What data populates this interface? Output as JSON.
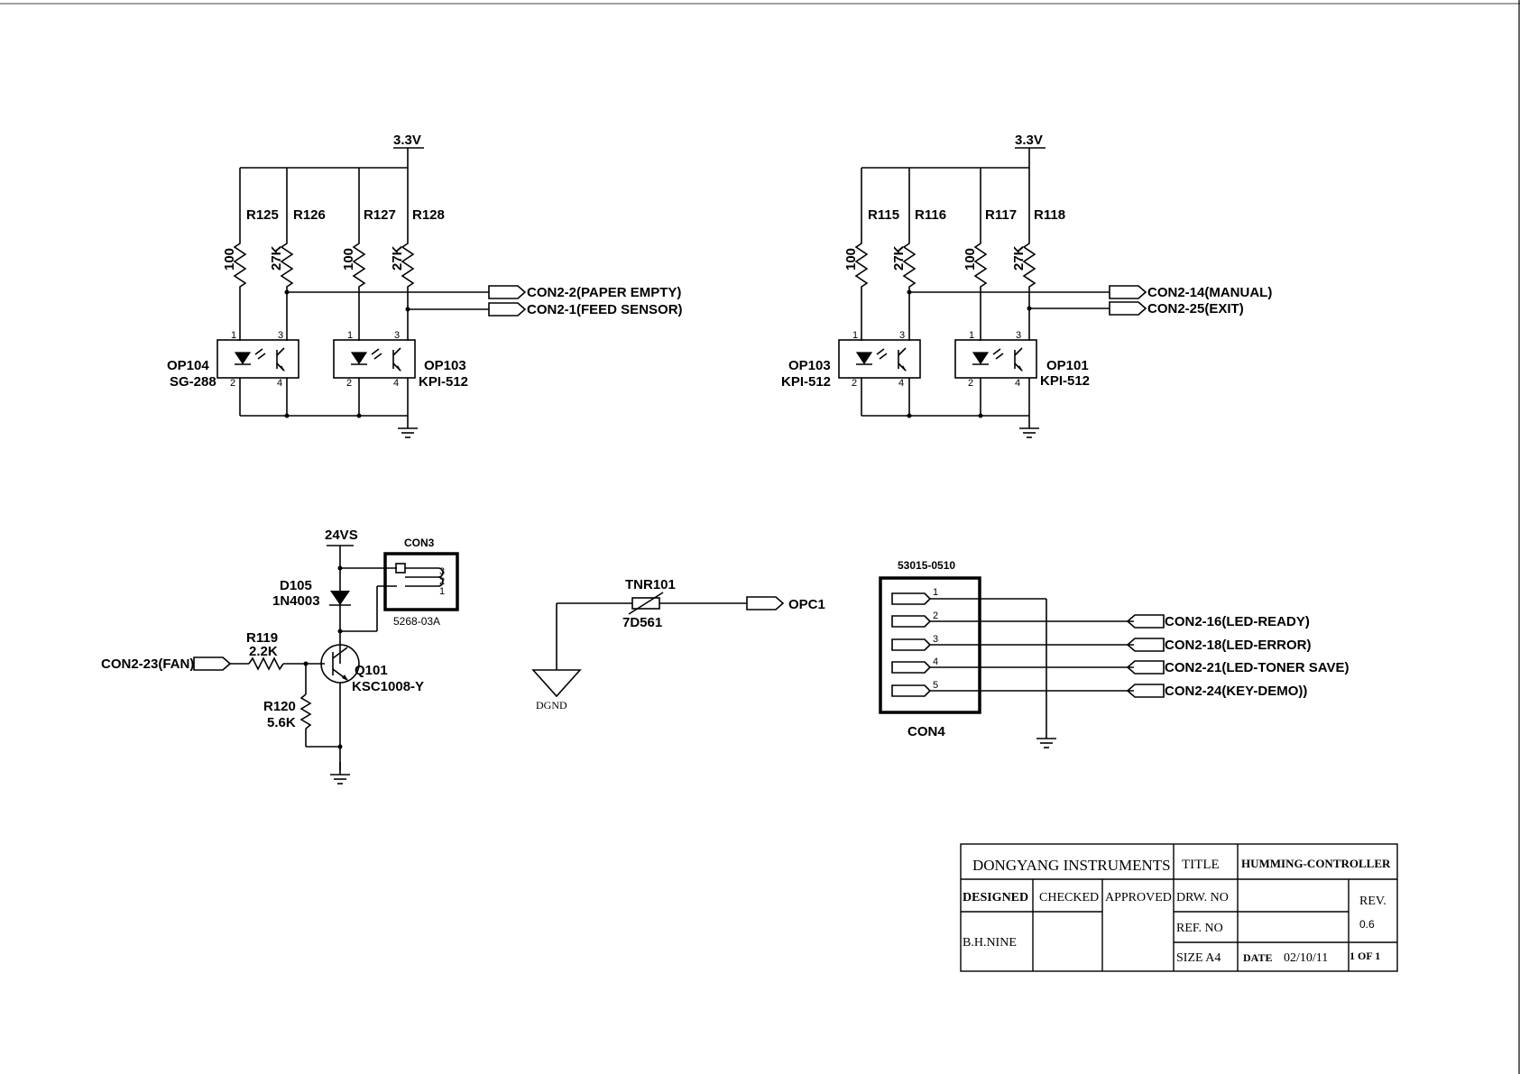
{
  "power": {
    "vcc_left": "3.3V",
    "vcc_right": "3.3V",
    "vs24": "24VS"
  },
  "sensors_left": {
    "r125": "R125",
    "r126": "R126",
    "r127": "R127",
    "r128": "R128",
    "v125": "100",
    "v126": "27K",
    "v127": "100",
    "v128": "27K",
    "op104": "OP104",
    "op104_part": "SG-288",
    "op103": "OP103",
    "op103_part": "KPI-512",
    "net_a": "CON2-2(PAPER EMPTY)",
    "net_b": "CON2-1(FEED SENSOR)"
  },
  "sensors_right": {
    "r115": "R115",
    "r116": "R116",
    "r117": "R117",
    "r118": "R118",
    "v115": "100",
    "v116": "27K",
    "v117": "100",
    "v118": "27K",
    "op103": "OP103",
    "op103_part": "KPI-512",
    "op101": "OP101",
    "op101_part": "KPI-512",
    "net_a": "CON2-14(MANUAL)",
    "net_b": "CON2-25(EXIT)"
  },
  "pins": {
    "p1": "1",
    "p2": "2",
    "p3": "3",
    "p4": "4",
    "p5": "5"
  },
  "fan": {
    "d105": "D105",
    "d105_part": "1N4003",
    "con3": "CON3",
    "con3_part": "5268-03A",
    "r119": "R119",
    "r119_val": "2.2K",
    "r120": "R120",
    "r120_val": "5.6K",
    "q101": "Q101",
    "q101_part": "KSC1008-Y",
    "fan_net": "CON2-23(FAN)"
  },
  "tnr": {
    "name": "TNR101",
    "part": "7D561",
    "net": "OPC1",
    "gnd": "DGND"
  },
  "con4": {
    "name": "CON4",
    "part": "53015-0510",
    "nets": [
      "CON2-16(LED-READY)",
      "CON2-18(LED-ERROR)",
      "CON2-21(LED-TONER SAVE)",
      "CON2-24(KEY-DEMO))"
    ]
  },
  "title_block": {
    "company": "DONGYANG INSTRUMENTS",
    "title_label": "TITLE",
    "title": "HUMMING-CONTROLLER",
    "designed": "DESIGNED",
    "checked": "CHECKED",
    "approved": "APPROVED",
    "drw_no": "DRW. NO",
    "ref_no": "REF. NO",
    "size": "SIZE A4",
    "rev_label": "REV.",
    "rev": "0.6",
    "date_label": "DATE",
    "date": "02/10/11",
    "sheet": "1 OF 1",
    "designer": "B.H.NINE"
  }
}
